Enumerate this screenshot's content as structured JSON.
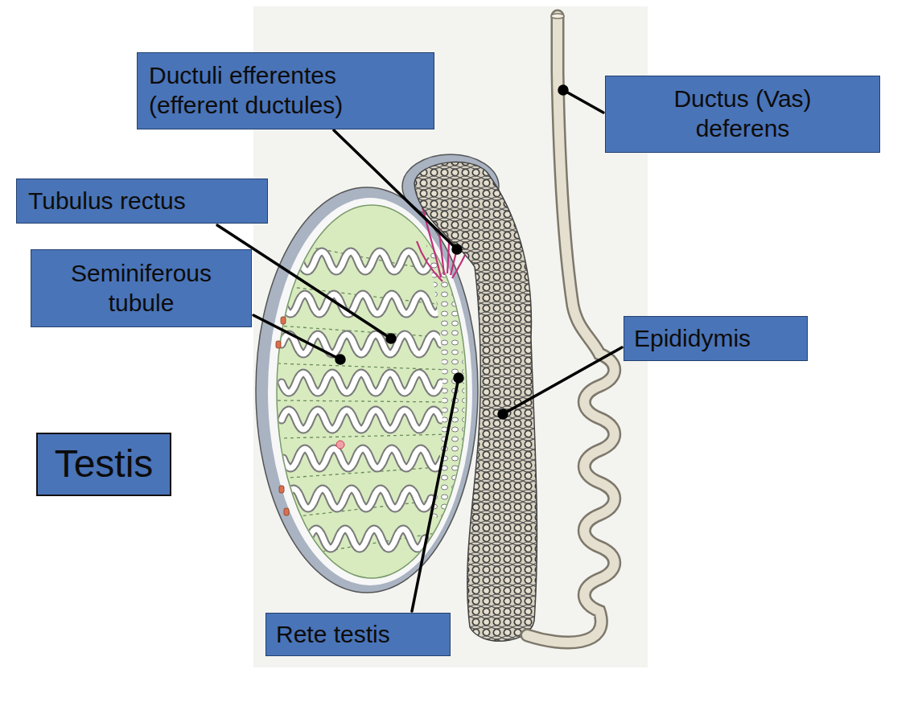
{
  "diagram": {
    "nodes": [
      {
        "text": [
          "Ductuli efferentes (efferent ductules)"
        ]
      },
      {
        "text": [
          "Ductus (Vas) deferens"
        ]
      },
      {
        "text": [
          "Tubulus rectus"
        ]
      },
      {
        "text": [
          "Seminiferous tubule"
        ]
      },
      {
        "text": [
          "Epididymis"
        ]
      },
      {
        "text": [
          "Testis"
        ]
      },
      {
        "text": [
          "Rete testis"
        ]
      }
    ]
  }
}
